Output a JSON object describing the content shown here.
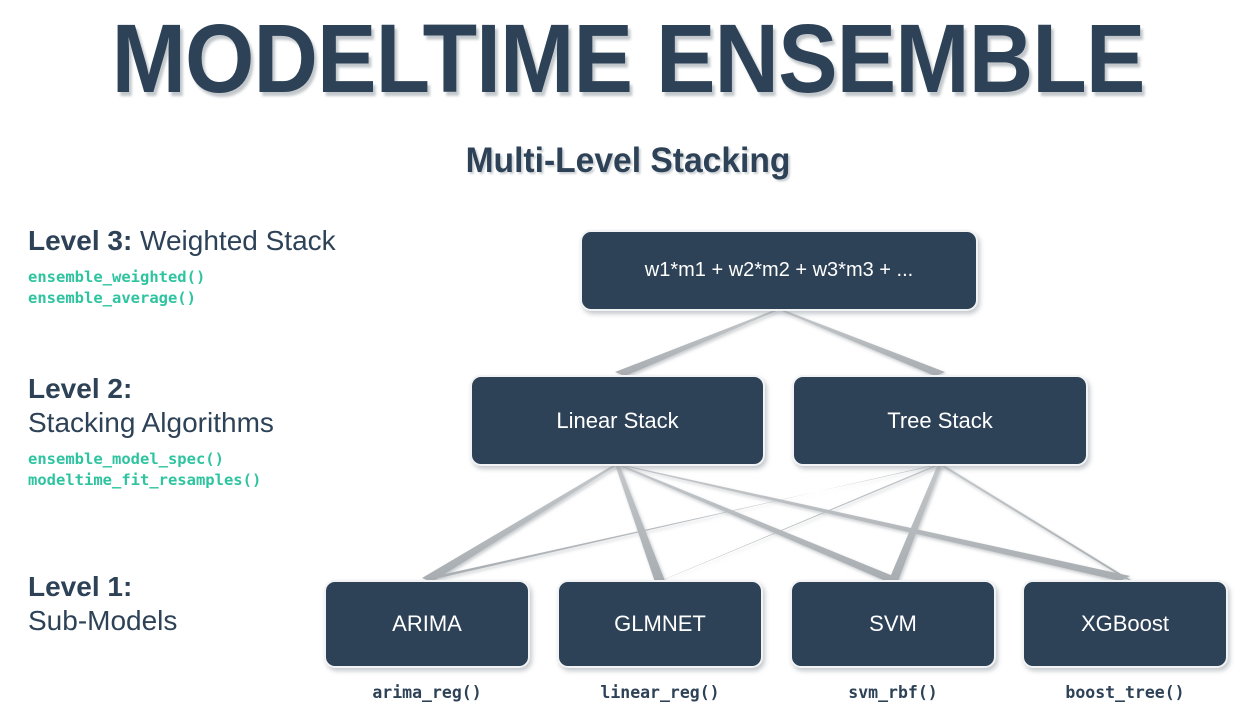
{
  "header": {
    "title": "MODELTIME ENSEMBLE",
    "subtitle": "Multi-Level Stacking"
  },
  "colors": {
    "node_fill": "#2e4257",
    "node_text": "#ffffff",
    "heading_text": "#2e4257",
    "code_accent": "#2ec4a0",
    "caption_text": "#2e4257",
    "connector": "#b0b4b8",
    "background": "#ffffff"
  },
  "levels": [
    {
      "id": "level-3",
      "label_strong": "Level 3:",
      "label_rest": " Weighted Stack",
      "stacked": false,
      "functions": [
        "ensemble_weighted()",
        "ensemble_average()"
      ]
    },
    {
      "id": "level-2",
      "label_strong": "Level 2:",
      "label_rest": "Stacking Algorithms",
      "stacked": true,
      "functions": [
        "ensemble_model_spec()",
        "modeltime_fit_resamples()"
      ]
    },
    {
      "id": "level-1",
      "label_strong": "Level 1:",
      "label_rest": "Sub-Models",
      "stacked": true,
      "functions": []
    }
  ],
  "nodes": {
    "level3": [
      {
        "id": "weighted-formula",
        "label": "w1*m1 + w2*m2 + w3*m3 + ..."
      }
    ],
    "level2": [
      {
        "id": "linear-stack",
        "label": "Linear Stack"
      },
      {
        "id": "tree-stack",
        "label": "Tree Stack"
      }
    ],
    "level1": [
      {
        "id": "arima",
        "label": "ARIMA",
        "caption": "arima_reg()"
      },
      {
        "id": "glmnet",
        "label": "GLMNET",
        "caption": "linear_reg()"
      },
      {
        "id": "svm",
        "label": "SVM",
        "caption": "svm_rbf()"
      },
      {
        "id": "xgboost",
        "label": "XGBoost",
        "caption": "boost_tree()"
      }
    ]
  },
  "connections": {
    "level3_to_level2": [
      {
        "from": "weighted-formula",
        "to": "linear-stack"
      },
      {
        "from": "weighted-formula",
        "to": "tree-stack"
      }
    ],
    "level2_to_level1": [
      {
        "from": "linear-stack",
        "to": "arima"
      },
      {
        "from": "linear-stack",
        "to": "glmnet"
      },
      {
        "from": "linear-stack",
        "to": "svm"
      },
      {
        "from": "linear-stack",
        "to": "xgboost"
      },
      {
        "from": "tree-stack",
        "to": "arima"
      },
      {
        "from": "tree-stack",
        "to": "glmnet"
      },
      {
        "from": "tree-stack",
        "to": "svm"
      },
      {
        "from": "tree-stack",
        "to": "xgboost"
      }
    ]
  }
}
